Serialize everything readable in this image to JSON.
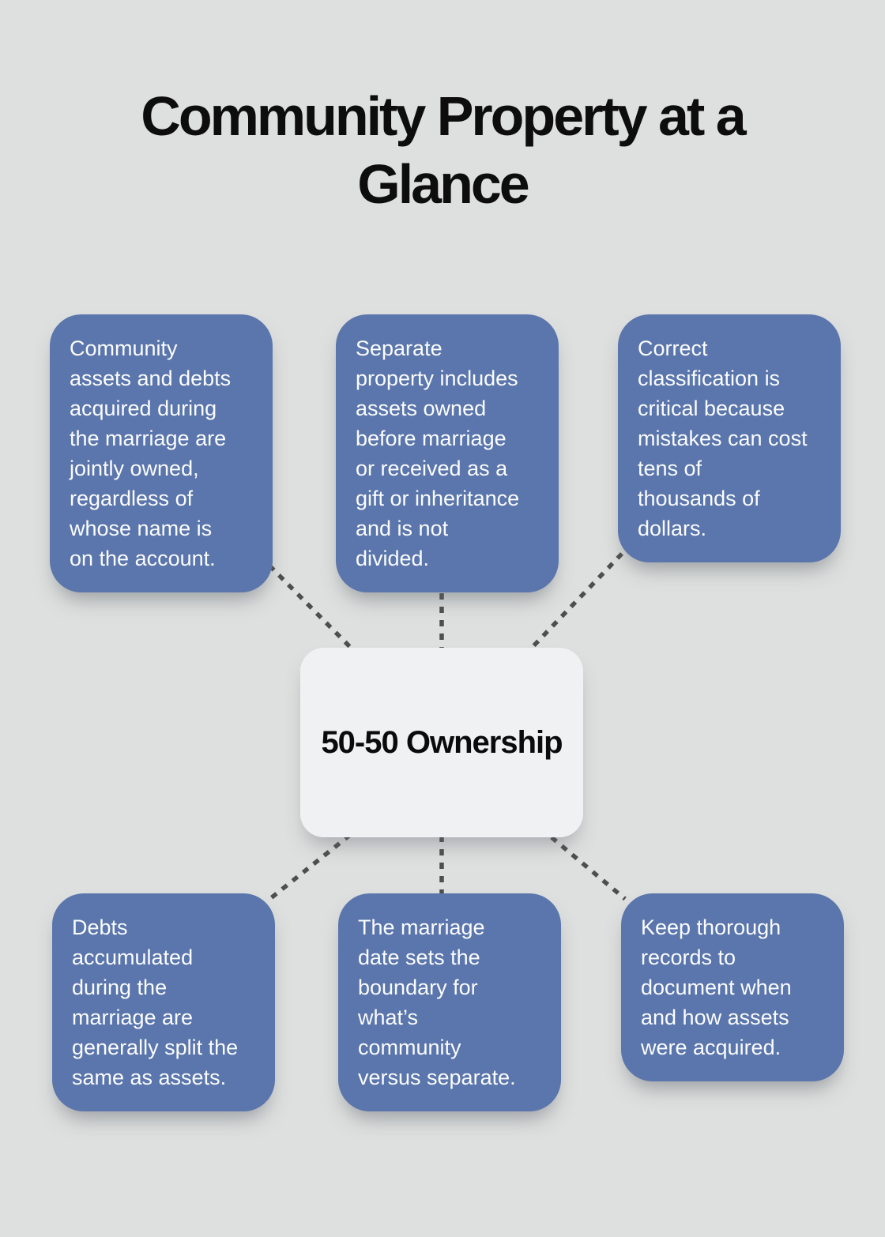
{
  "title": "Community Property at a\nGlance",
  "center_node": {
    "label": "50-50 Ownership"
  },
  "nodes": [
    {
      "id": "community-assets",
      "text": "Community\nassets and debts\nacquired during\nthe marriage are\njointly owned,\nregardless of\nwhose name is\non the account."
    },
    {
      "id": "separate-property",
      "text": "Separate\nproperty includes\nassets owned\nbefore marriage\nor received as a\ngift or inheritance\nand is not\ndivided."
    },
    {
      "id": "correct-classification",
      "text": "Correct\nclassification is\ncritical because\nmistakes can cost\ntens of\nthousands of\ndollars."
    },
    {
      "id": "debts-split",
      "text": "Debts\naccumulated\nduring the\nmarriage are\ngenerally split the\nsame as assets."
    },
    {
      "id": "marriage-date",
      "text": "The marriage\ndate sets the\nboundary for\nwhat’s\ncommunity\nversus separate."
    },
    {
      "id": "record-keeping",
      "text": "Keep thorough\nrecords to\ndocument when\nand how assets\nwere acquired."
    }
  ],
  "colors": {
    "background": "#dee0df",
    "node_fill": "#5b76ac",
    "node_text": "#fbfcfd",
    "center_fill": "#eff1f3",
    "center_text": "#0b0b0c",
    "connector": "#4e4e4e",
    "title_text": "#0d0d0d"
  }
}
